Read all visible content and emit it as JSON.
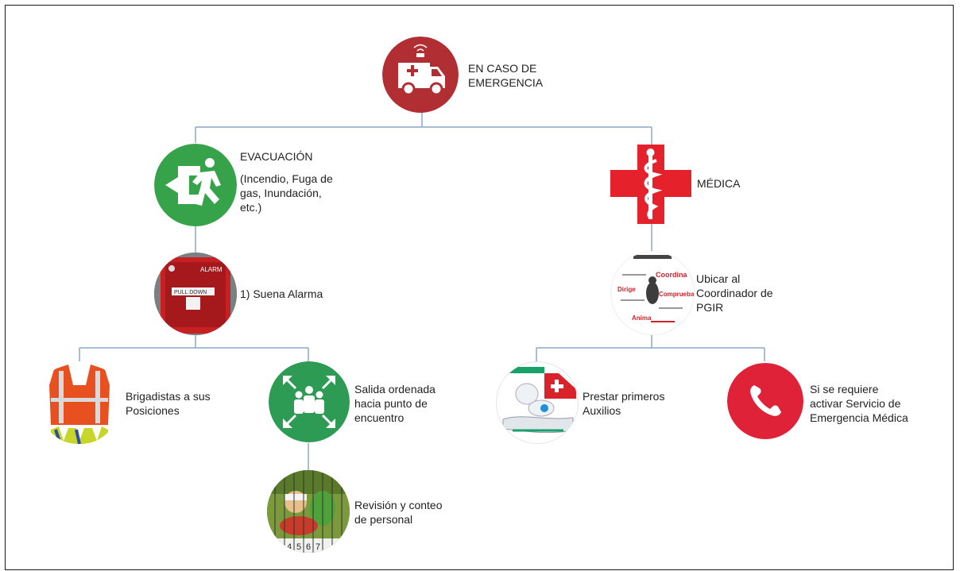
{
  "colors": {
    "ambulance": "#b12f33",
    "evacuation": "#36a34a",
    "medical_cross": "#e5222c",
    "meeting_point": "#2e9b55",
    "phone": "#e02239",
    "connector": "#8aa9c8"
  },
  "icons": {
    "root": "ambulance-icon",
    "evacuation": "emergency-exit-icon",
    "medical": "medical-cross-icon",
    "alarm": "fire-alarm-icon",
    "brigade": "safety-vest-icon",
    "exit": "meeting-point-icon",
    "count": "personnel-count-photo",
    "coordinator": "coordinator-icon",
    "firstaid": "first-aid-icon",
    "emergency": "phone-icon"
  },
  "root": {
    "lines": [
      "EN CASO DE",
      "EMERGENCIA"
    ]
  },
  "evacuation": {
    "lines": [
      "EVACUACIÓN",
      "",
      "(Incendio, Fuga de",
      "gas, Inundación,",
      "etc.)"
    ]
  },
  "medical": {
    "lines": [
      "MÉDICA"
    ]
  },
  "alarm": {
    "lines": [
      "1) Suena Alarma"
    ]
  },
  "brigade": {
    "lines": [
      "Brigadistas a sus",
      "Posiciones"
    ]
  },
  "exit": {
    "lines": [
      "Salida ordenada",
      "hacia punto de",
      "encuentro"
    ]
  },
  "count": {
    "lines": [
      "Revisión y conteo",
      "de personal"
    ]
  },
  "coordinator": {
    "lines": [
      "Ubicar al",
      "Coordinador de",
      "PGIR"
    ],
    "graphic_words": [
      "Coordina",
      "Dirige",
      "Comprueba",
      "Anima"
    ]
  },
  "firstaid": {
    "lines": [
      "Prestar primeros",
      "Auxilios"
    ]
  },
  "emergency": {
    "lines": [
      "Si se requiere",
      "activar Servicio de",
      "Emergencia  Médica"
    ]
  },
  "count_photo_numbers": [
    "4",
    "5",
    "6",
    "7"
  ]
}
